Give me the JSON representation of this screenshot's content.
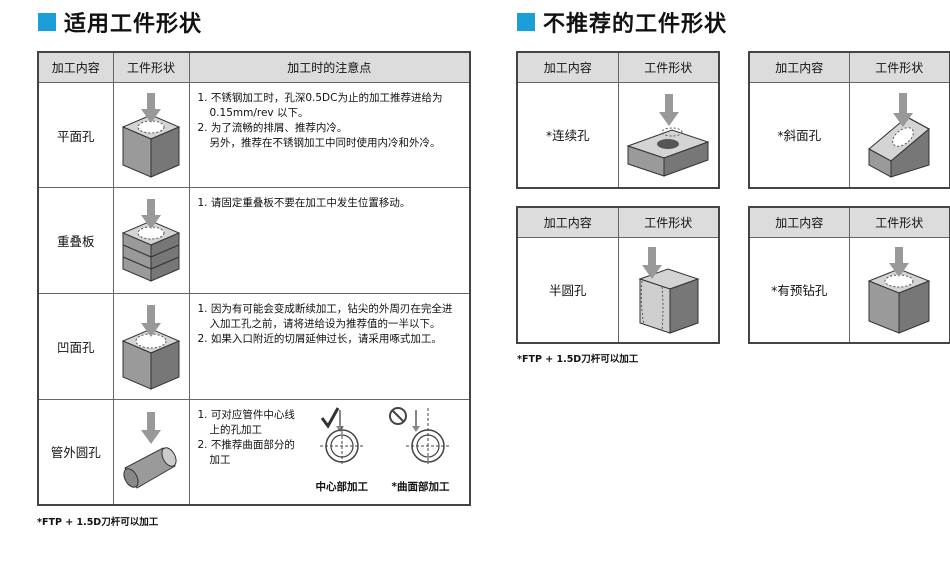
{
  "left": {
    "title": "适用工件形状",
    "headers": [
      "加工内容",
      "工件形状",
      "加工时的注意点"
    ],
    "rows": [
      {
        "op": "平面孔",
        "notes": [
          "1. 不锈钢加工时，孔深0.5DC为止的加工推荐进给为",
          "0.15mm/rev 以下。",
          "2. 为了流畅的排屑、推荐内冷。",
          "另外，推荐在不锈钢加工中同时使用内冷和外冷。"
        ]
      },
      {
        "op": "重叠板",
        "notes": [
          "1. 请固定重叠板不要在加工中发生位置移动。"
        ]
      },
      {
        "op": "凹面孔",
        "notes": [
          "1. 因为有可能会变成断续加工，钻尖的外周刃在完全进",
          "入加工孔之前，请将进给设为推荐值的一半以下。",
          "2. 如果入口附近的切屑延伸过长，请采用啄式加工。"
        ]
      },
      {
        "op": "管外圆孔",
        "notes": [
          "1. 可对应管件中心线",
          "上的孔加工",
          "2. 不推荐曲面部分的",
          "加工"
        ],
        "label_center": "中心部加工",
        "label_curved": "*曲面部加工"
      }
    ],
    "footnote": "*FTP + 1.5D刀杆可以加工"
  },
  "right": {
    "title": "不推荐的工件形状",
    "headers": [
      "加工内容",
      "工件形状"
    ],
    "cells": [
      {
        "op": "*连续孔"
      },
      {
        "op": "*斜面孔"
      },
      {
        "op": "半圆孔"
      },
      {
        "op": "*有预钻孔"
      }
    ],
    "footnote": "*FTP + 1.5D刀杆可以加工"
  }
}
